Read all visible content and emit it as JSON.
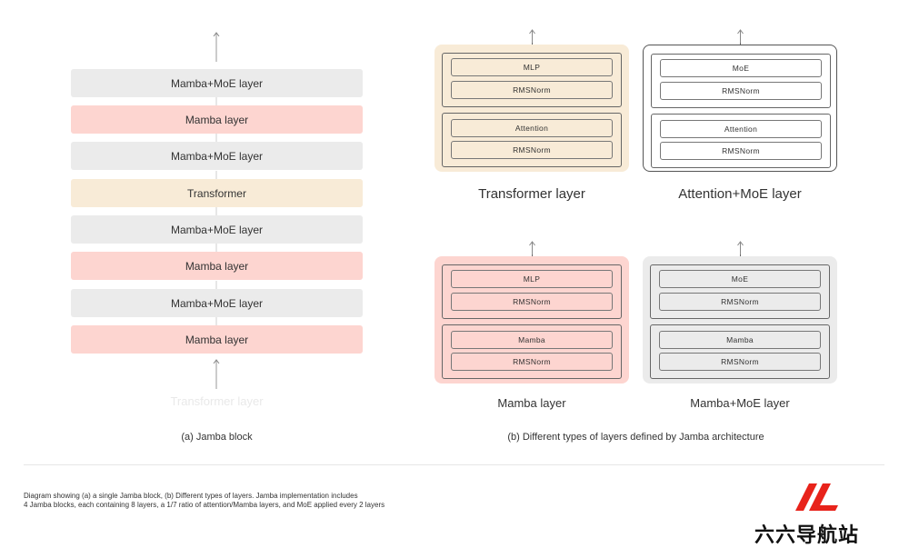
{
  "stack": {
    "layers": [
      {
        "label": "Mamba+MoE layer",
        "color": "gray"
      },
      {
        "label": "Mamba layer",
        "color": "red"
      },
      {
        "label": "Mamba+MoE layer",
        "color": "gray"
      },
      {
        "label": "Transformer",
        "color": "beige"
      },
      {
        "label": "Mamba+MoE layer",
        "color": "gray"
      },
      {
        "label": "Mamba layer",
        "color": "red"
      },
      {
        "label": "Mamba+MoE layer",
        "color": "gray"
      },
      {
        "label": "Mamba layer",
        "color": "red"
      }
    ],
    "faded_label": "Transformer layer",
    "caption": "(a) Jamba block"
  },
  "panels": [
    {
      "title": "Transformer layer",
      "style": "beige",
      "boxes": [
        "MLP",
        "RMSNorm",
        "Attention",
        "RMSNorm"
      ]
    },
    {
      "title": "Attention+MoE layer",
      "style": "outlined",
      "boxes": [
        "MoE",
        "RMSNorm",
        "Attention",
        "RMSNorm"
      ]
    },
    {
      "title": "Mamba layer",
      "style": "red",
      "boxes": [
        "MLP",
        "RMSNorm",
        "Mamba",
        "RMSNorm"
      ]
    },
    {
      "title": "Mamba+MoE layer",
      "style": "gray",
      "boxes": [
        "MoE",
        "RMSNorm",
        "Mamba",
        "RMSNorm"
      ]
    }
  ],
  "caption_b": "(b) Different types of layers defined by Jamba architecture",
  "description": [
    "Diagram showing (a) a single Jamba block, (b) Different types of layers. Jamba implementation includes",
    "4 Jamba blocks, each containing 8 layers, a 1/7 ratio of attention/Mamba layers, and MoE applied every 2 layers"
  ],
  "logo": {
    "text": "六六导航站",
    "mark": "LL"
  },
  "colors": {
    "gray": "#ebebeb",
    "red": "#fdd5d0",
    "beige": "#f8ebd7",
    "line": "#666666",
    "logo_red": "#e8231b"
  }
}
